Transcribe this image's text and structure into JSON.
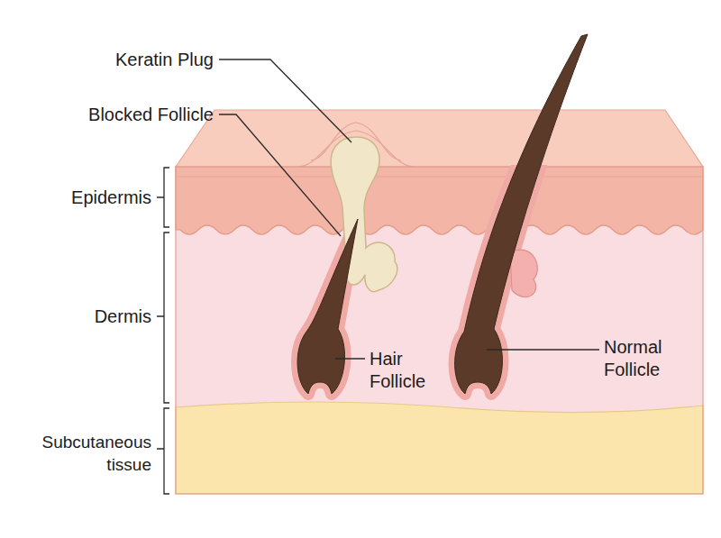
{
  "diagram": {
    "labels": [
      "Keratin Plug",
      "Blocked Follicle",
      "Epidermis",
      "Dermis",
      "Subcutaneous tissue",
      "Hair Follicle",
      "Normal Follicle"
    ]
  }
}
